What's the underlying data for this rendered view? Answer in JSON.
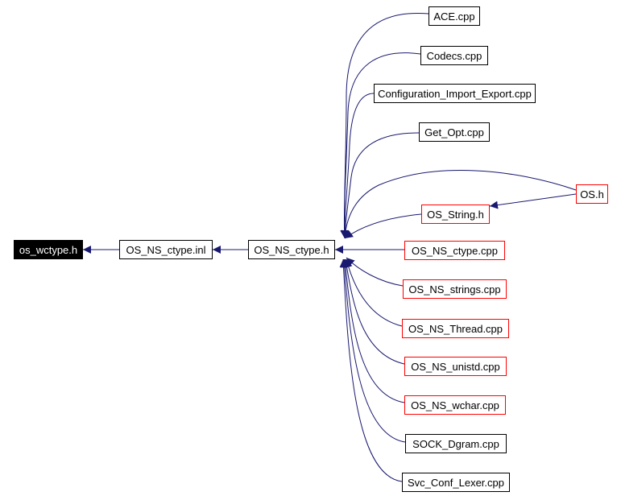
{
  "graph": {
    "edge_color": "#191970",
    "focus_node": "os_wctype.h",
    "nodes": [
      {
        "id": "wctype",
        "label": "os_wctype.h",
        "style": "focus"
      },
      {
        "id": "ctype_inl",
        "label": "OS_NS_ctype.inl",
        "style": "black"
      },
      {
        "id": "ctype_h",
        "label": "OS_NS_ctype.h",
        "style": "black"
      },
      {
        "id": "ace",
        "label": "ACE.cpp",
        "style": "black"
      },
      {
        "id": "codecs",
        "label": "Codecs.cpp",
        "style": "black"
      },
      {
        "id": "config",
        "label": "Configuration_Import_Export.cpp",
        "style": "black"
      },
      {
        "id": "getopt",
        "label": "Get_Opt.cpp",
        "style": "black"
      },
      {
        "id": "os_h",
        "label": "OS.h",
        "style": "red"
      },
      {
        "id": "os_string",
        "label": "OS_String.h",
        "style": "red"
      },
      {
        "id": "ctype_cpp",
        "label": "OS_NS_ctype.cpp",
        "style": "red"
      },
      {
        "id": "strings",
        "label": "OS_NS_strings.cpp",
        "style": "red"
      },
      {
        "id": "thread",
        "label": "OS_NS_Thread.cpp",
        "style": "red"
      },
      {
        "id": "unistd",
        "label": "OS_NS_unistd.cpp",
        "style": "red"
      },
      {
        "id": "wchar",
        "label": "OS_NS_wchar.cpp",
        "style": "red"
      },
      {
        "id": "sock",
        "label": "SOCK_Dgram.cpp",
        "style": "black"
      },
      {
        "id": "svc",
        "label": "Svc_Conf_Lexer.cpp",
        "style": "black"
      }
    ],
    "edges": [
      {
        "from": "ctype_inl",
        "to": "wctype"
      },
      {
        "from": "ctype_h",
        "to": "ctype_inl"
      },
      {
        "from": "ace",
        "to": "ctype_h"
      },
      {
        "from": "codecs",
        "to": "ctype_h"
      },
      {
        "from": "config",
        "to": "ctype_h"
      },
      {
        "from": "getopt",
        "to": "ctype_h"
      },
      {
        "from": "os_h",
        "to": "ctype_h"
      },
      {
        "from": "os_h",
        "to": "os_string"
      },
      {
        "from": "os_string",
        "to": "ctype_h"
      },
      {
        "from": "ctype_cpp",
        "to": "ctype_h"
      },
      {
        "from": "strings",
        "to": "ctype_h"
      },
      {
        "from": "thread",
        "to": "ctype_h"
      },
      {
        "from": "unistd",
        "to": "ctype_h"
      },
      {
        "from": "wchar",
        "to": "ctype_h"
      },
      {
        "from": "sock",
        "to": "ctype_h"
      },
      {
        "from": "svc",
        "to": "ctype_h"
      }
    ]
  }
}
